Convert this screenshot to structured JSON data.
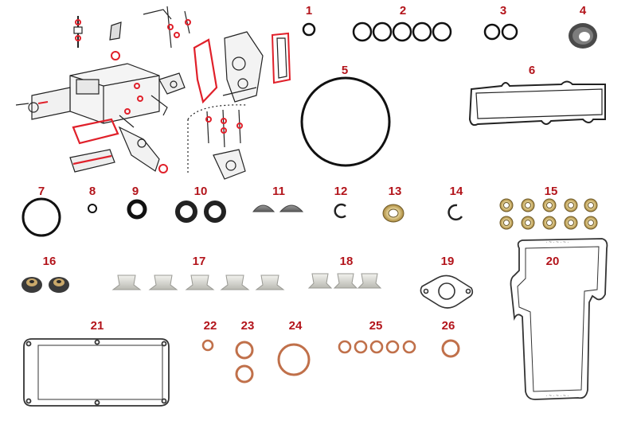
{
  "diagram": {
    "parts": [
      {
        "id": "1"
      },
      {
        "id": "2"
      },
      {
        "id": "3"
      },
      {
        "id": "4"
      },
      {
        "id": "5"
      },
      {
        "id": "6"
      },
      {
        "id": "7"
      },
      {
        "id": "8"
      },
      {
        "id": "9"
      },
      {
        "id": "10"
      },
      {
        "id": "11"
      },
      {
        "id": "12"
      },
      {
        "id": "13"
      },
      {
        "id": "14"
      },
      {
        "id": "15"
      },
      {
        "id": "16"
      },
      {
        "id": "17"
      },
      {
        "id": "18"
      },
      {
        "id": "19"
      },
      {
        "id": "20"
      },
      {
        "id": "21"
      },
      {
        "id": "22"
      },
      {
        "id": "23"
      },
      {
        "id": "24"
      },
      {
        "id": "25"
      },
      {
        "id": "26"
      }
    ],
    "colors": {
      "label": "#b3141b",
      "rubber": "#111111",
      "copper": "#c0704a",
      "highlight": "#e0202a",
      "gasket_outline": "#333333",
      "washer_gold": "#b8963e",
      "plastic": "#d9d9d4"
    },
    "illustration_icon": "injection-pump-exploded-view"
  }
}
